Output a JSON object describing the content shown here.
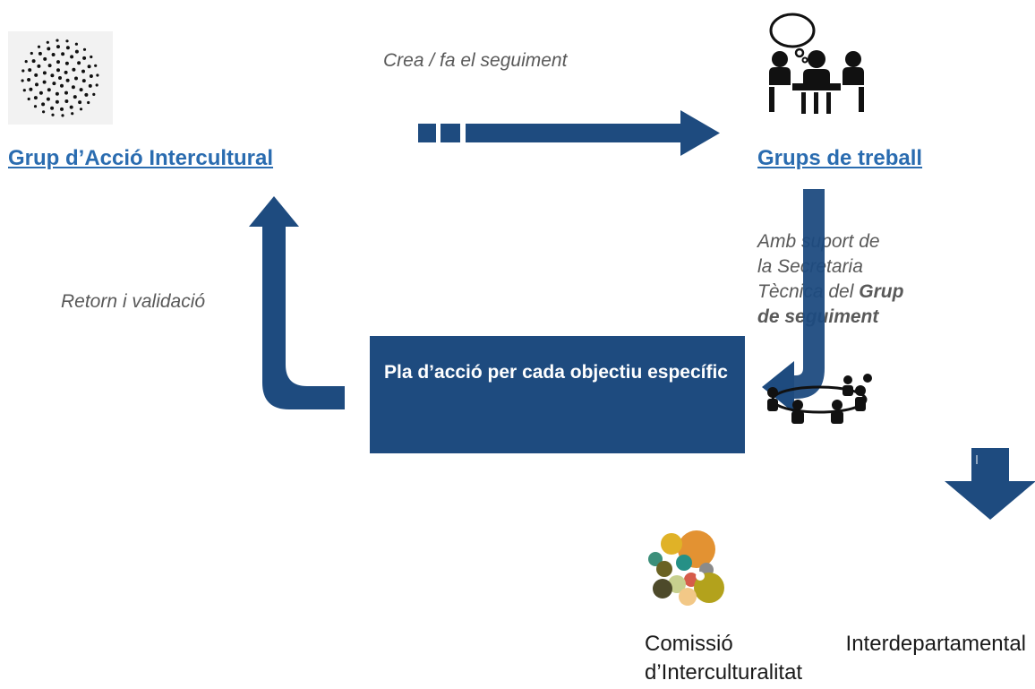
{
  "nodes": {
    "grup_accio": {
      "label": "Grup d’Acció Intercultural"
    },
    "grups_treball": {
      "label": "Grups de treball"
    },
    "pla_accio": {
      "label": "Pla d’acció per cada objectiu específic"
    },
    "comissio": {
      "line1": "Comissió Interdepartamental",
      "line2": "d’Interculturalitat"
    }
  },
  "edges": {
    "crea": {
      "label": "Crea / fa el seguiment"
    },
    "retorn": {
      "label": "Retorn i validació"
    },
    "suport": {
      "line1": "Amb suport de",
      "line2": "la Secretaria",
      "line3_prefix": "Tècnica del ",
      "line3_bold": "Grup",
      "line4_bold": "de seguiment"
    }
  },
  "colors": {
    "arrow": "#1e4b7f",
    "title_link": "#2a6cb0",
    "note_text": "#595959",
    "box_fill": "#1e4b7f"
  },
  "icons": [
    "dotted-sphere-icon",
    "meeting-people-icon",
    "group-circle-icon",
    "colored-circles-logo-icon"
  ]
}
